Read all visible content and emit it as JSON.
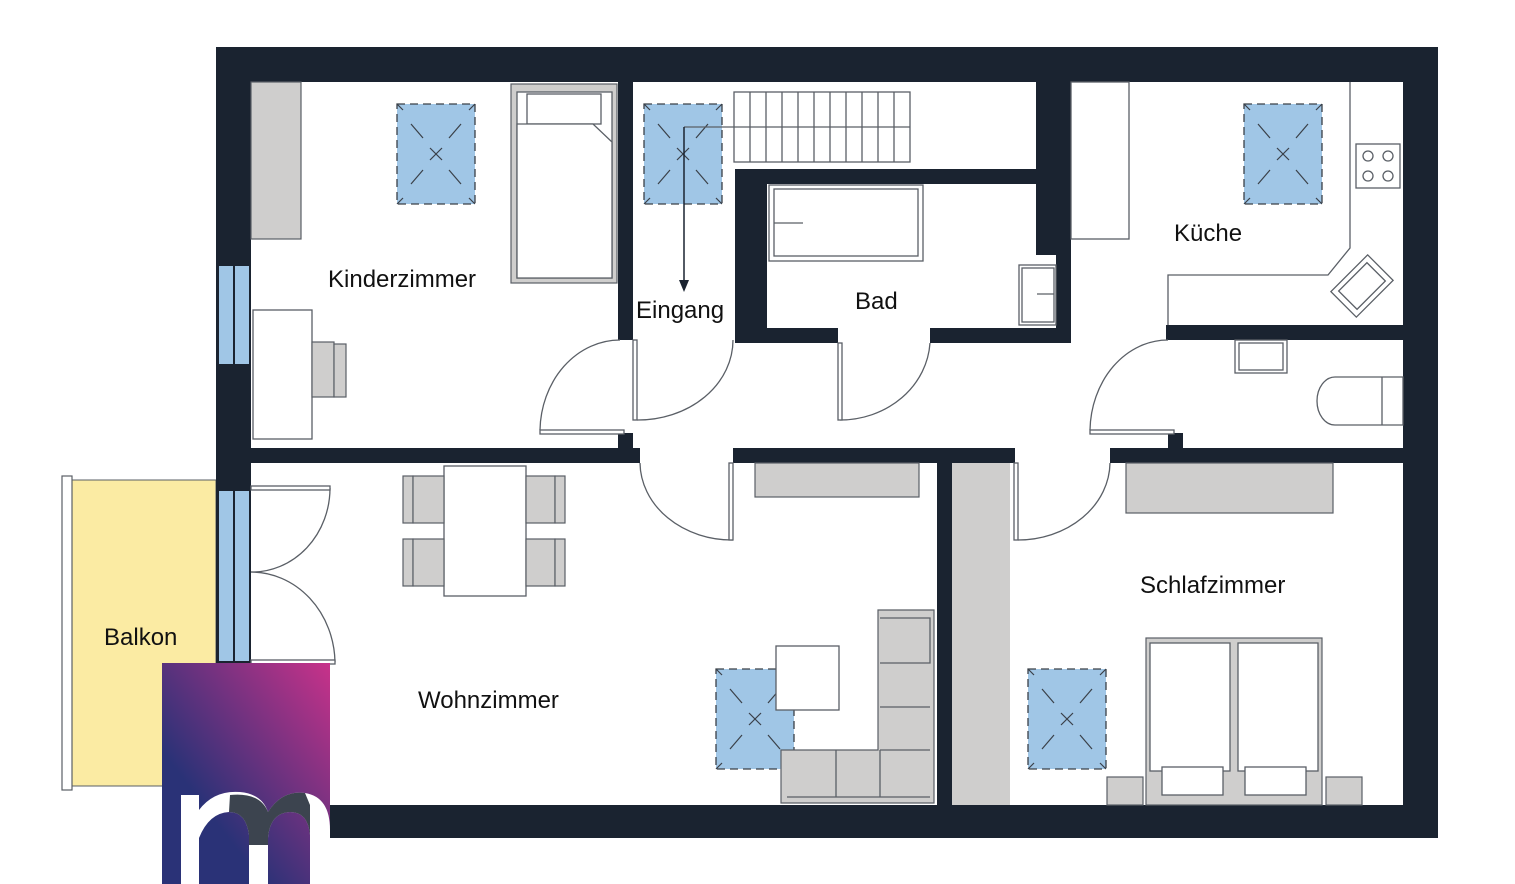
{
  "floorplan": {
    "rooms": {
      "kinderzimmer": "Kinderzimmer",
      "eingang": "Eingang",
      "bad": "Bad",
      "kueche": "Küche",
      "wohnzimmer": "Wohnzimmer",
      "schlafzimmer": "Schlafzimmer",
      "balkon": "Balkon"
    },
    "colors": {
      "wall": "#1a2330",
      "window": "#a0c6e6",
      "skylight": "#a0c6e6",
      "balcony": "#fbeba3",
      "furniture": "#cfcecd",
      "logo_gradient_start": "#2a3277",
      "logo_gradient_end": "#c8328a"
    },
    "logo": {
      "text": "m"
    }
  }
}
